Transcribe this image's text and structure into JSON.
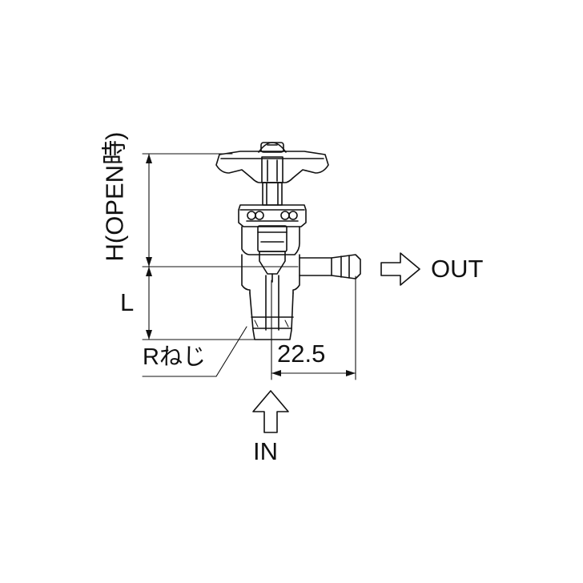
{
  "labels": {
    "height_open": "H(OPEN時)",
    "length": "L",
    "thread": "Rねじ",
    "offset": "22.5",
    "outlet": "OUT",
    "inlet": "IN"
  },
  "colors": {
    "line": "#111111",
    "background": "#ffffff"
  }
}
